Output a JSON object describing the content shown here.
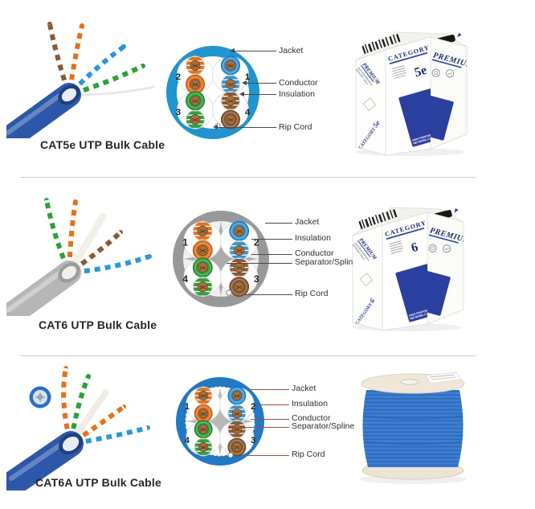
{
  "rows": [
    {
      "caption": "CAT5e UTP Bulk Cable",
      "photo": {
        "jacket_color": "#2d58aa",
        "pair_colors": [
          "brown",
          "orange",
          "blue",
          "green"
        ]
      },
      "diagram": {
        "jacket_color": "#2193cf",
        "interior_color": "#ffffff",
        "callout_color": "#4a4a4a",
        "has_spline": false,
        "toothed": false,
        "pairs": [
          {
            "position": "top-left",
            "number": "2",
            "wires": [
              "white-orange",
              "orange"
            ]
          },
          {
            "position": "top-right",
            "number": "1",
            "wires": [
              "blue",
              "white-blue"
            ]
          },
          {
            "position": "bottom-left",
            "number": "3",
            "wires": [
              "green",
              "white-green"
            ]
          },
          {
            "position": "bottom-right",
            "number": "4",
            "wires": [
              "white-brown",
              "brown"
            ]
          }
        ],
        "labels": [
          {
            "text": "Jacket"
          },
          {
            "text": "Conductor"
          },
          {
            "text": "Insulation"
          },
          {
            "text": "Rip Cord"
          }
        ]
      },
      "packaging": {
        "type": "box",
        "brand": "PREMIUM",
        "category_word": "CATEGORY",
        "category_value": "5e",
        "line1": "HIGH PERFORMANCE",
        "line2": "NETWORK CABLE",
        "panel_color": "#2b3f9e"
      }
    },
    {
      "caption": "CAT6 UTP Bulk Cable",
      "photo": {
        "jacket_color": "#b6b6b6",
        "pair_colors": [
          "green",
          "orange",
          "brown",
          "blue"
        ]
      },
      "diagram": {
        "jacket_color": "#98989a",
        "interior_color": "#f0f0f0",
        "spline_color": "#ababab",
        "callout_color": "#4a4a4a",
        "has_spline": true,
        "toothed": false,
        "pairs": [
          {
            "position": "top-left",
            "number": "1",
            "wires": [
              "white-orange",
              "orange"
            ]
          },
          {
            "position": "top-right",
            "number": "2",
            "wires": [
              "blue",
              "white-blue"
            ]
          },
          {
            "position": "bottom-left",
            "number": "4",
            "wires": [
              "green",
              "white-green"
            ]
          },
          {
            "position": "bottom-right",
            "number": "3",
            "wires": [
              "white-brown",
              "brown"
            ]
          }
        ],
        "labels": [
          {
            "text": "Jacket"
          },
          {
            "text": "Insulation"
          },
          {
            "text": "Conductor"
          },
          {
            "text": "Separator/Spline"
          },
          {
            "text": "Rip Cord"
          }
        ]
      },
      "packaging": {
        "type": "box",
        "brand": "PREMIUM",
        "category_word": "CATEGORY",
        "category_value": "6",
        "line1": "HIGH PERFORMANCE",
        "line2": "NETWORK CABLE",
        "panel_color": "#2b3f9e"
      }
    },
    {
      "caption": "CAT6A UTP Bulk Cable",
      "photo": {
        "jacket_color": "#2d58aa",
        "pair_colors": [
          "orange",
          "green",
          "orange",
          "blue"
        ]
      },
      "diagram": {
        "jacket_color": "#2278c2",
        "interior_color": "#ffffff",
        "spline_color": "#b8b8b8",
        "callout_color": "#9b4f42",
        "has_spline": true,
        "toothed": true,
        "pairs": [
          {
            "position": "top-left",
            "number": "1",
            "wires": [
              "white-orange",
              "orange"
            ]
          },
          {
            "position": "top-right",
            "number": "2",
            "wires": [
              "blue",
              "white-blue"
            ]
          },
          {
            "position": "bottom-left",
            "number": "4",
            "wires": [
              "green",
              "white-green"
            ]
          },
          {
            "position": "bottom-right",
            "number": "3",
            "wires": [
              "white-brown",
              "brown"
            ]
          }
        ],
        "labels": [
          {
            "text": "Jacket"
          },
          {
            "text": "Insulation"
          },
          {
            "text": "Conductor"
          },
          {
            "text": "Separator/Spline"
          },
          {
            "text": "Rip Cord"
          }
        ]
      },
      "packaging": {
        "type": "spool",
        "cable_color": "#3c7ed2"
      }
    }
  ]
}
